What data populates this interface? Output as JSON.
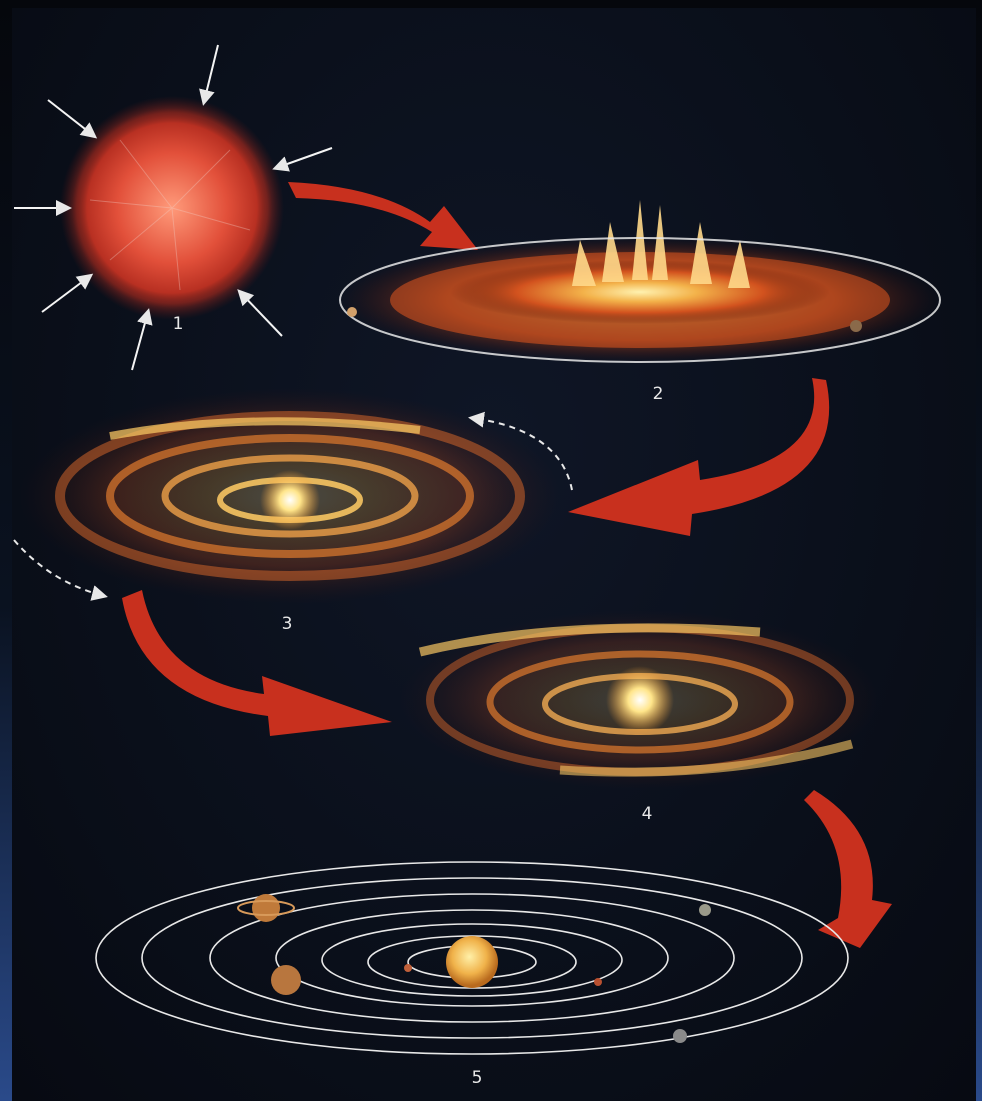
{
  "stages": [
    {
      "label": "1",
      "name": "contracting-cloud"
    },
    {
      "label": "2",
      "name": "flattening-disk"
    },
    {
      "label": "3",
      "name": "spiral-disk"
    },
    {
      "label": "4",
      "name": "condensing-disk"
    },
    {
      "label": "5",
      "name": "solar-system"
    }
  ],
  "colors": {
    "background": "#0a0f1a",
    "arrow": "#c8301e",
    "cloud": "#e2503a",
    "glow": "#ffd46a",
    "orbit": "#e8e8e8"
  }
}
